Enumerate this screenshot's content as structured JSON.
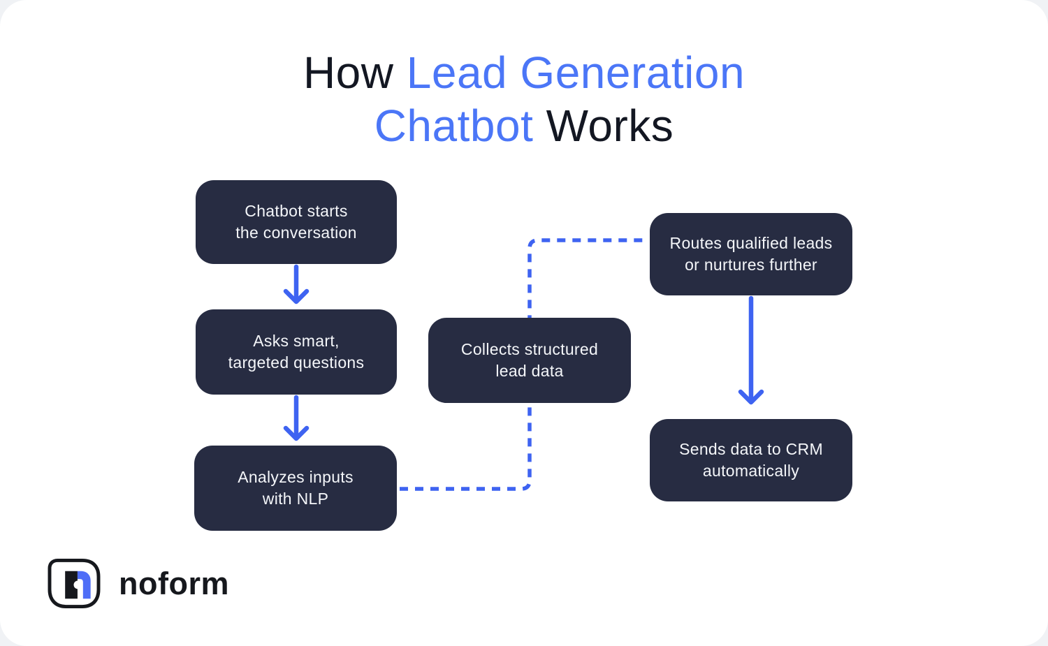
{
  "title": {
    "part1": "How ",
    "part2": "Lead Generation",
    "part3": "Chatbot",
    "part4": " Works"
  },
  "flow": {
    "nodes": [
      {
        "id": "start",
        "label": "Chatbot starts\nthe conversation"
      },
      {
        "id": "questions",
        "label": "Asks smart,\ntargeted questions"
      },
      {
        "id": "nlp",
        "label": "Analyzes inputs\nwith NLP"
      },
      {
        "id": "collect",
        "label": "Collects structured\nlead data"
      },
      {
        "id": "route",
        "label": "Routes qualified leads\nor nurtures further"
      },
      {
        "id": "crm",
        "label": "Sends data to CRM\nautomatically"
      }
    ],
    "edges": [
      {
        "from": "start",
        "to": "questions",
        "style": "solid-arrow"
      },
      {
        "from": "questions",
        "to": "nlp",
        "style": "solid-arrow"
      },
      {
        "from": "nlp",
        "to": "collect",
        "style": "dashed-line"
      },
      {
        "from": "collect",
        "to": "route",
        "style": "dashed-line"
      },
      {
        "from": "route",
        "to": "crm",
        "style": "solid-arrow"
      }
    ]
  },
  "logo": {
    "text": "noform"
  },
  "colors": {
    "accent_blue": "#3e63f1",
    "title_blue": "#4b76f7",
    "node_navy": "#272c42",
    "node_text": "#f4f6f9",
    "card_background": "#ffffff",
    "page_background": "#f0f2f5",
    "logo_black": "#16181d",
    "logo_blue": "#4f6ef7"
  }
}
